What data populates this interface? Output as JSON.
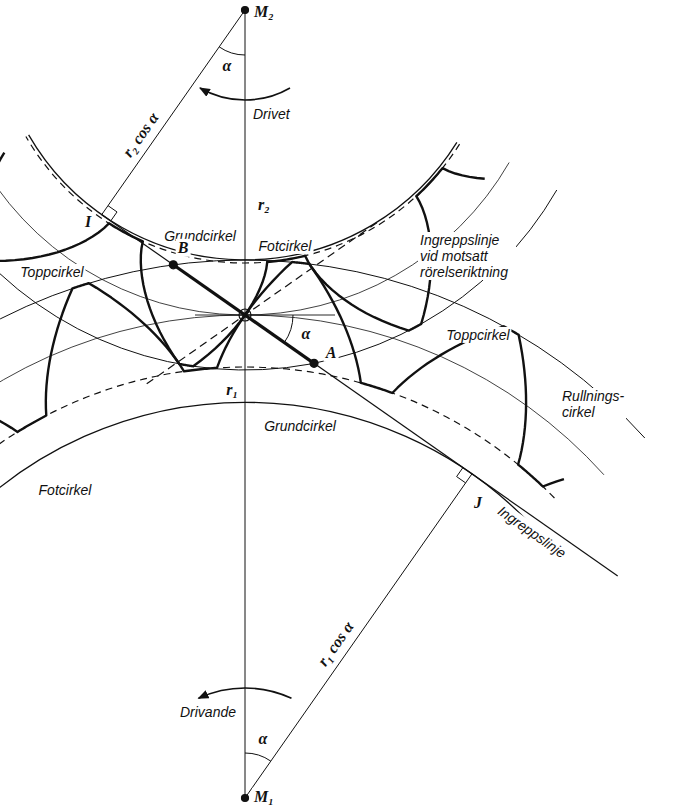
{
  "diagram": {
    "labels": [
      "M₂",
      "α",
      "Drivet",
      "r₂ cos α",
      "r₂",
      "I",
      "Grundcirkel",
      "Fotcirkel",
      "Ingreppslinje vid motsatt rörelseriktning",
      "Toppcirkel",
      "B",
      "α",
      "A",
      "Toppcirkel",
      "Rullnings- cirkel",
      "r₁",
      "Fotcirkel",
      "Grundcirkel",
      "J",
      "Ingreppslinje",
      "Drivande",
      "r₁ cos α",
      "α",
      "M₁"
    ]
  }
}
